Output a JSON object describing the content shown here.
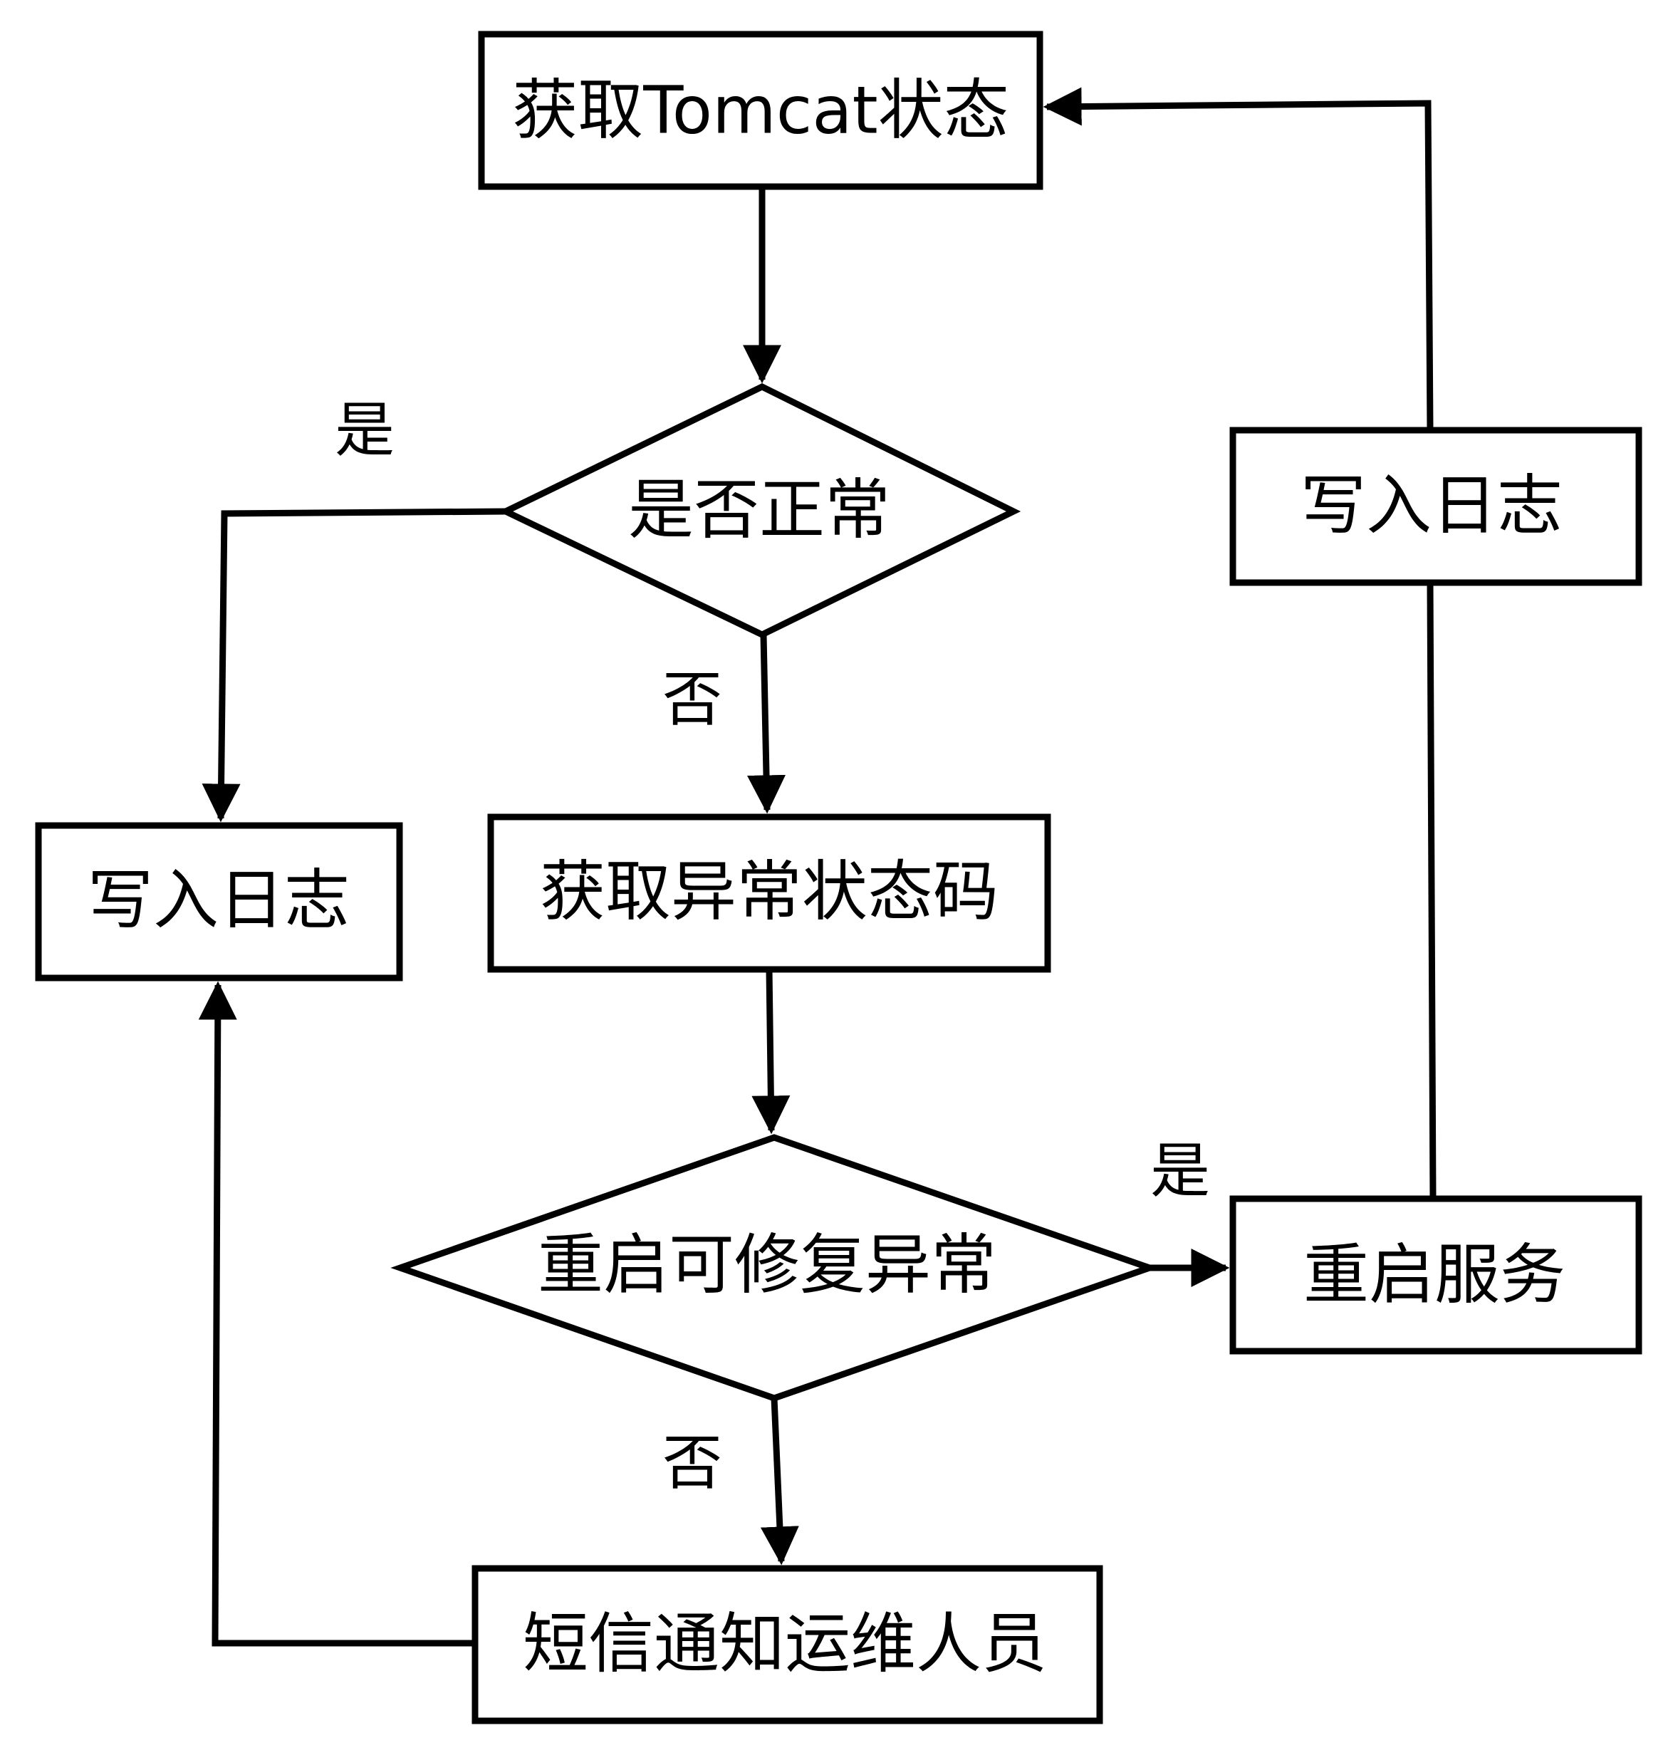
{
  "diagram": {
    "nodes": {
      "get_status": "获取Tomcat状态",
      "is_normal": "是否正常",
      "log_left": "写入日志",
      "get_error_code": "获取异常状态码",
      "restart_fixable": "重启可修复异常",
      "restart_service": "重启服务",
      "log_right": "写入日志",
      "sms_notify": "短信通知运维人员"
    },
    "edge_labels": {
      "normal_yes": "是",
      "normal_no": "否",
      "fixable_yes": "是",
      "fixable_no": "否"
    }
  }
}
